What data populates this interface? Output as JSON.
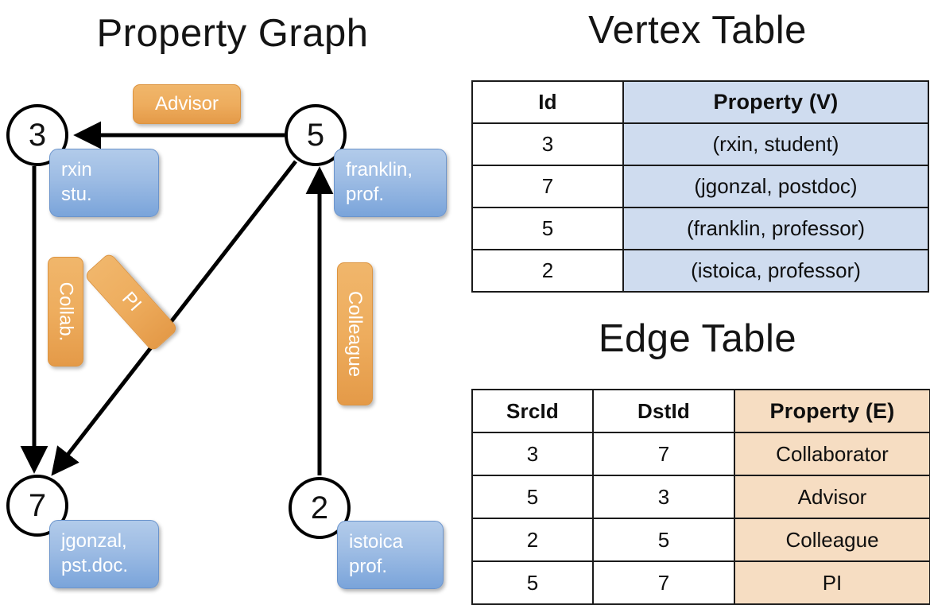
{
  "titles": {
    "property_graph": "Property Graph",
    "vertex_table": "Vertex Table",
    "edge_table": "Edge Table"
  },
  "graph": {
    "nodes": [
      {
        "id": "3",
        "label_lines": "rxin\nstu.",
        "label_line1": "rxin",
        "label_line2": "stu."
      },
      {
        "id": "5",
        "label_line1": "franklin,",
        "label_line2": "prof."
      },
      {
        "id": "7",
        "label_line1": "jgonzal,",
        "label_line2": "pst.doc."
      },
      {
        "id": "2",
        "label_line1": "istoica",
        "label_line2": "prof."
      }
    ],
    "edge_labels": {
      "advisor": "Advisor",
      "collab": "Collab.",
      "pi": "PI",
      "colleague": "Colleague"
    },
    "edges": [
      {
        "src": "5",
        "dst": "3",
        "label": "Advisor"
      },
      {
        "src": "3",
        "dst": "7",
        "label": "Collab."
      },
      {
        "src": "5",
        "dst": "7",
        "label": "PI"
      },
      {
        "src": "2",
        "dst": "5",
        "label": "Colleague"
      }
    ]
  },
  "vertex_table": {
    "headers": {
      "id": "Id",
      "property": "Property (V)"
    },
    "rows": [
      {
        "id": "3",
        "property": "(rxin, student)"
      },
      {
        "id": "7",
        "property": "(jgonzal, postdoc)"
      },
      {
        "id": "5",
        "property": "(franklin, professor)"
      },
      {
        "id": "2",
        "property": "(istoica, professor)"
      }
    ]
  },
  "edge_table": {
    "headers": {
      "src": "SrcId",
      "dst": "DstId",
      "property": "Property (E)"
    },
    "rows": [
      {
        "src": "3",
        "dst": "7",
        "property": "Collaborator"
      },
      {
        "src": "5",
        "dst": "3",
        "property": "Advisor"
      },
      {
        "src": "2",
        "dst": "5",
        "property": "Colleague"
      },
      {
        "src": "5",
        "dst": "7",
        "property": "PI"
      }
    ]
  },
  "colors": {
    "vertex_property_fill": "#cfdcef",
    "edge_property_fill": "#f6ddc2",
    "node_box_blue": "#9dbce4",
    "edge_label_orange": "#eead5e",
    "stroke": "#000000"
  }
}
